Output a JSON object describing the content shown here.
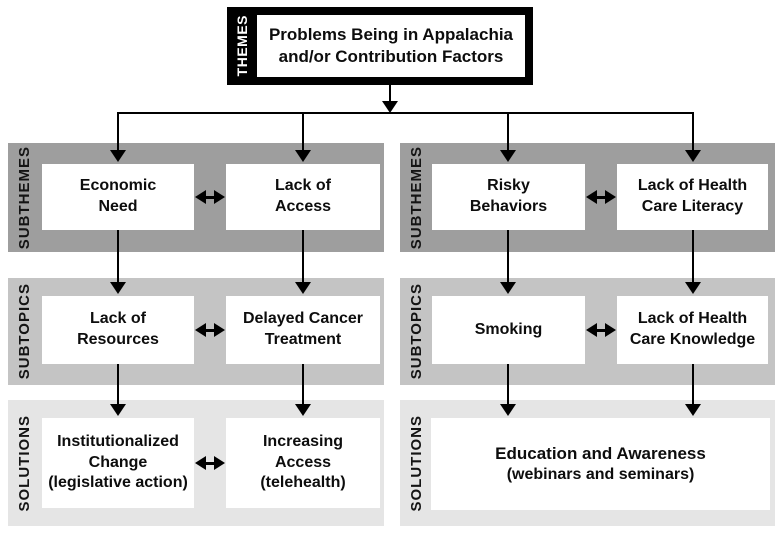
{
  "figure": {
    "type": "thematic-flow-diagram",
    "themes": {
      "band_label": "THEMES",
      "title": {
        "line1": "Problems Being in Appalachia",
        "line2": "and/or Contribution Factors"
      }
    },
    "left": {
      "subthemes": {
        "band_label": "SUBTHEMES",
        "box1": {
          "line1": "Economic",
          "line2": "Need"
        },
        "box2": {
          "line1": "Lack of",
          "line2": "Access"
        }
      },
      "subtopics": {
        "band_label": "SUBTOPICS",
        "box1": {
          "line1": "Lack of",
          "line2": "Resources"
        },
        "box2": {
          "line1": "Delayed Cancer",
          "line2": "Treatment"
        }
      },
      "solutions": {
        "band_label": "SOLUTIONS",
        "box1": {
          "line1": "Institutionalized",
          "line2": "Change",
          "line3": "(legislative action)"
        },
        "box2": {
          "line1": "Increasing",
          "line2": "Access",
          "line3": "(telehealth)"
        }
      }
    },
    "right": {
      "subthemes": {
        "band_label": "SUBTHEMES",
        "box1": {
          "line1": "Risky",
          "line2": "Behaviors"
        },
        "box2": {
          "line1": "Lack of Health",
          "line2": "Care Literacy"
        }
      },
      "subtopics": {
        "band_label": "SUBTOPICS",
        "box1": {
          "line1": "Smoking"
        },
        "box2": {
          "line1": "Lack of Health",
          "line2": "Care Knowledge"
        }
      },
      "solutions": {
        "band_label": "SOLUTIONS",
        "box1": {
          "line1": "Education and Awareness",
          "line2": "(webinars and seminars)"
        }
      }
    },
    "colors": {
      "themes_band": "#000000",
      "themes_label_text": "#ffffff",
      "subthemes_band": "#9e9e9e",
      "subtopics_band": "#c4c4c4",
      "solutions_band": "#e5e5e5",
      "box_fill": "#ffffff",
      "connector": "#000000",
      "text": "#0d0d0d"
    }
  }
}
